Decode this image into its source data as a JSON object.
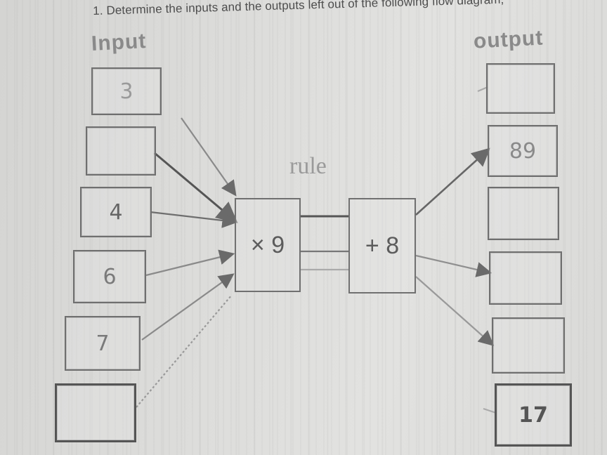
{
  "worksheet": {
    "question": "1. Determine the inputs and the outputs left out of the following flow diagram;",
    "input_label": "Input",
    "output_label": "output",
    "rule_label": "rule",
    "inputs": [
      "3",
      "",
      "4",
      "6",
      "7",
      ""
    ],
    "rule_steps": [
      {
        "operation": "× 9"
      },
      {
        "operation": "+ 8"
      }
    ],
    "outputs": [
      "",
      "89",
      "",
      "",
      "",
      "17"
    ]
  }
}
